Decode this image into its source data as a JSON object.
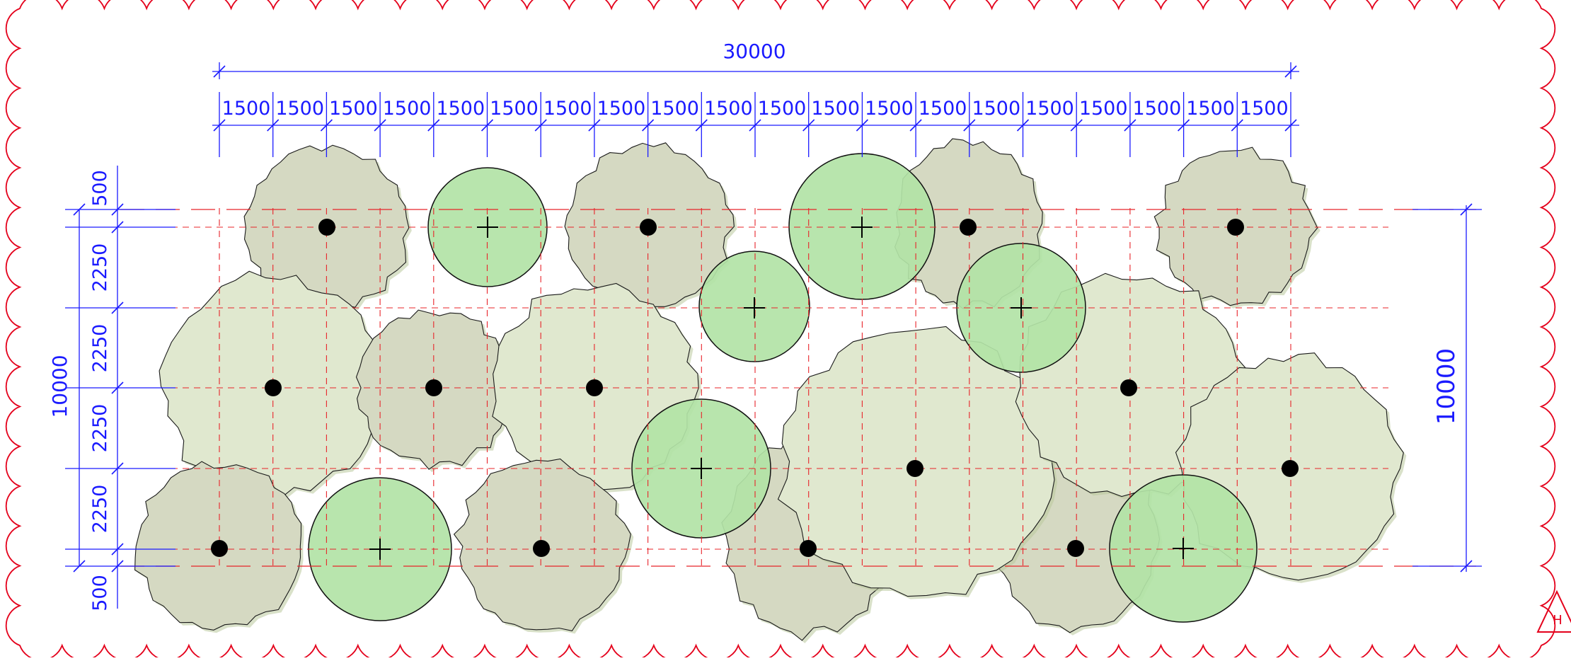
{
  "dimensions": {
    "overall_width": "30000",
    "column_spacings": [
      "1500",
      "1500",
      "1500",
      "1500",
      "1500",
      "1500",
      "1500",
      "1500",
      "1500",
      "1500",
      "1500",
      "1500",
      "1500",
      "1500",
      "1500",
      "1500",
      "1500",
      "1500",
      "1500",
      "1500"
    ],
    "overall_height": "10000",
    "overall_height_right": "10000",
    "row_spacings": [
      "500",
      "2250",
      "2250",
      "2250",
      "2250",
      "500"
    ]
  },
  "marker": {
    "label": "H"
  },
  "colors": {
    "boundary": "#e4001b",
    "dimension": "#1a1aff",
    "grid": "#e8242a",
    "existing_tree_light": "#e0e8cf",
    "existing_tree_dark": "#d5d9c2",
    "existing_tree_overlap": "#b9c99c",
    "new_tree_fill": "#b2e3a6",
    "new_tree_overlap": "#98cc85"
  },
  "symbols": {
    "existing_tree": "irregular-canopy-with-dot",
    "new_tree": "circle-with-cross"
  }
}
